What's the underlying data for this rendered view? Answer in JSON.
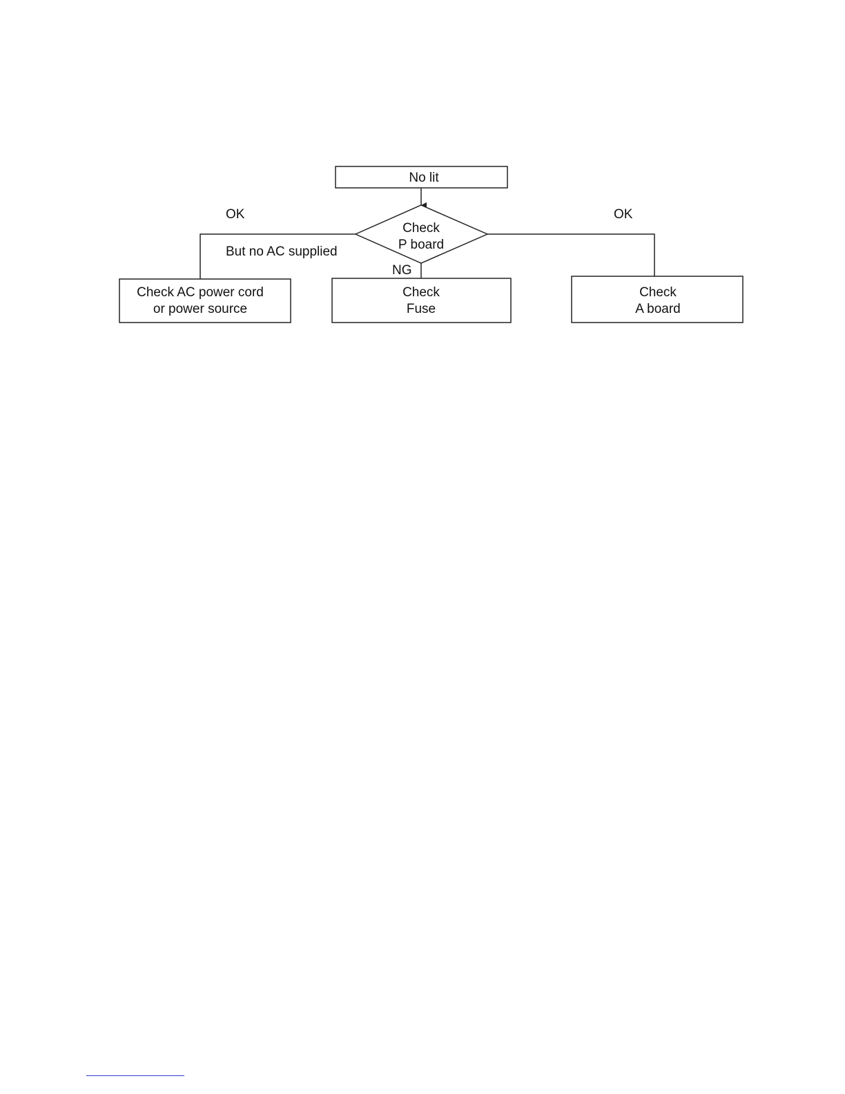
{
  "flowchart": {
    "nodes": {
      "start": {
        "lines": [
          "No lit"
        ]
      },
      "decision": {
        "lines": [
          "Check",
          "P board"
        ]
      },
      "left": {
        "lines": [
          "Check AC power cord",
          "or power source"
        ]
      },
      "middle": {
        "lines": [
          "Check",
          "Fuse"
        ]
      },
      "right": {
        "lines": [
          "Check",
          "A board"
        ]
      }
    },
    "edge_labels": {
      "left_ok": "OK",
      "left_condition": "But no AC supplied",
      "middle_ng": "NG",
      "right_ok": "OK"
    }
  },
  "colors": {
    "stroke": "#222222",
    "text": "#111111",
    "footer_rule": "#2a3bd6"
  }
}
